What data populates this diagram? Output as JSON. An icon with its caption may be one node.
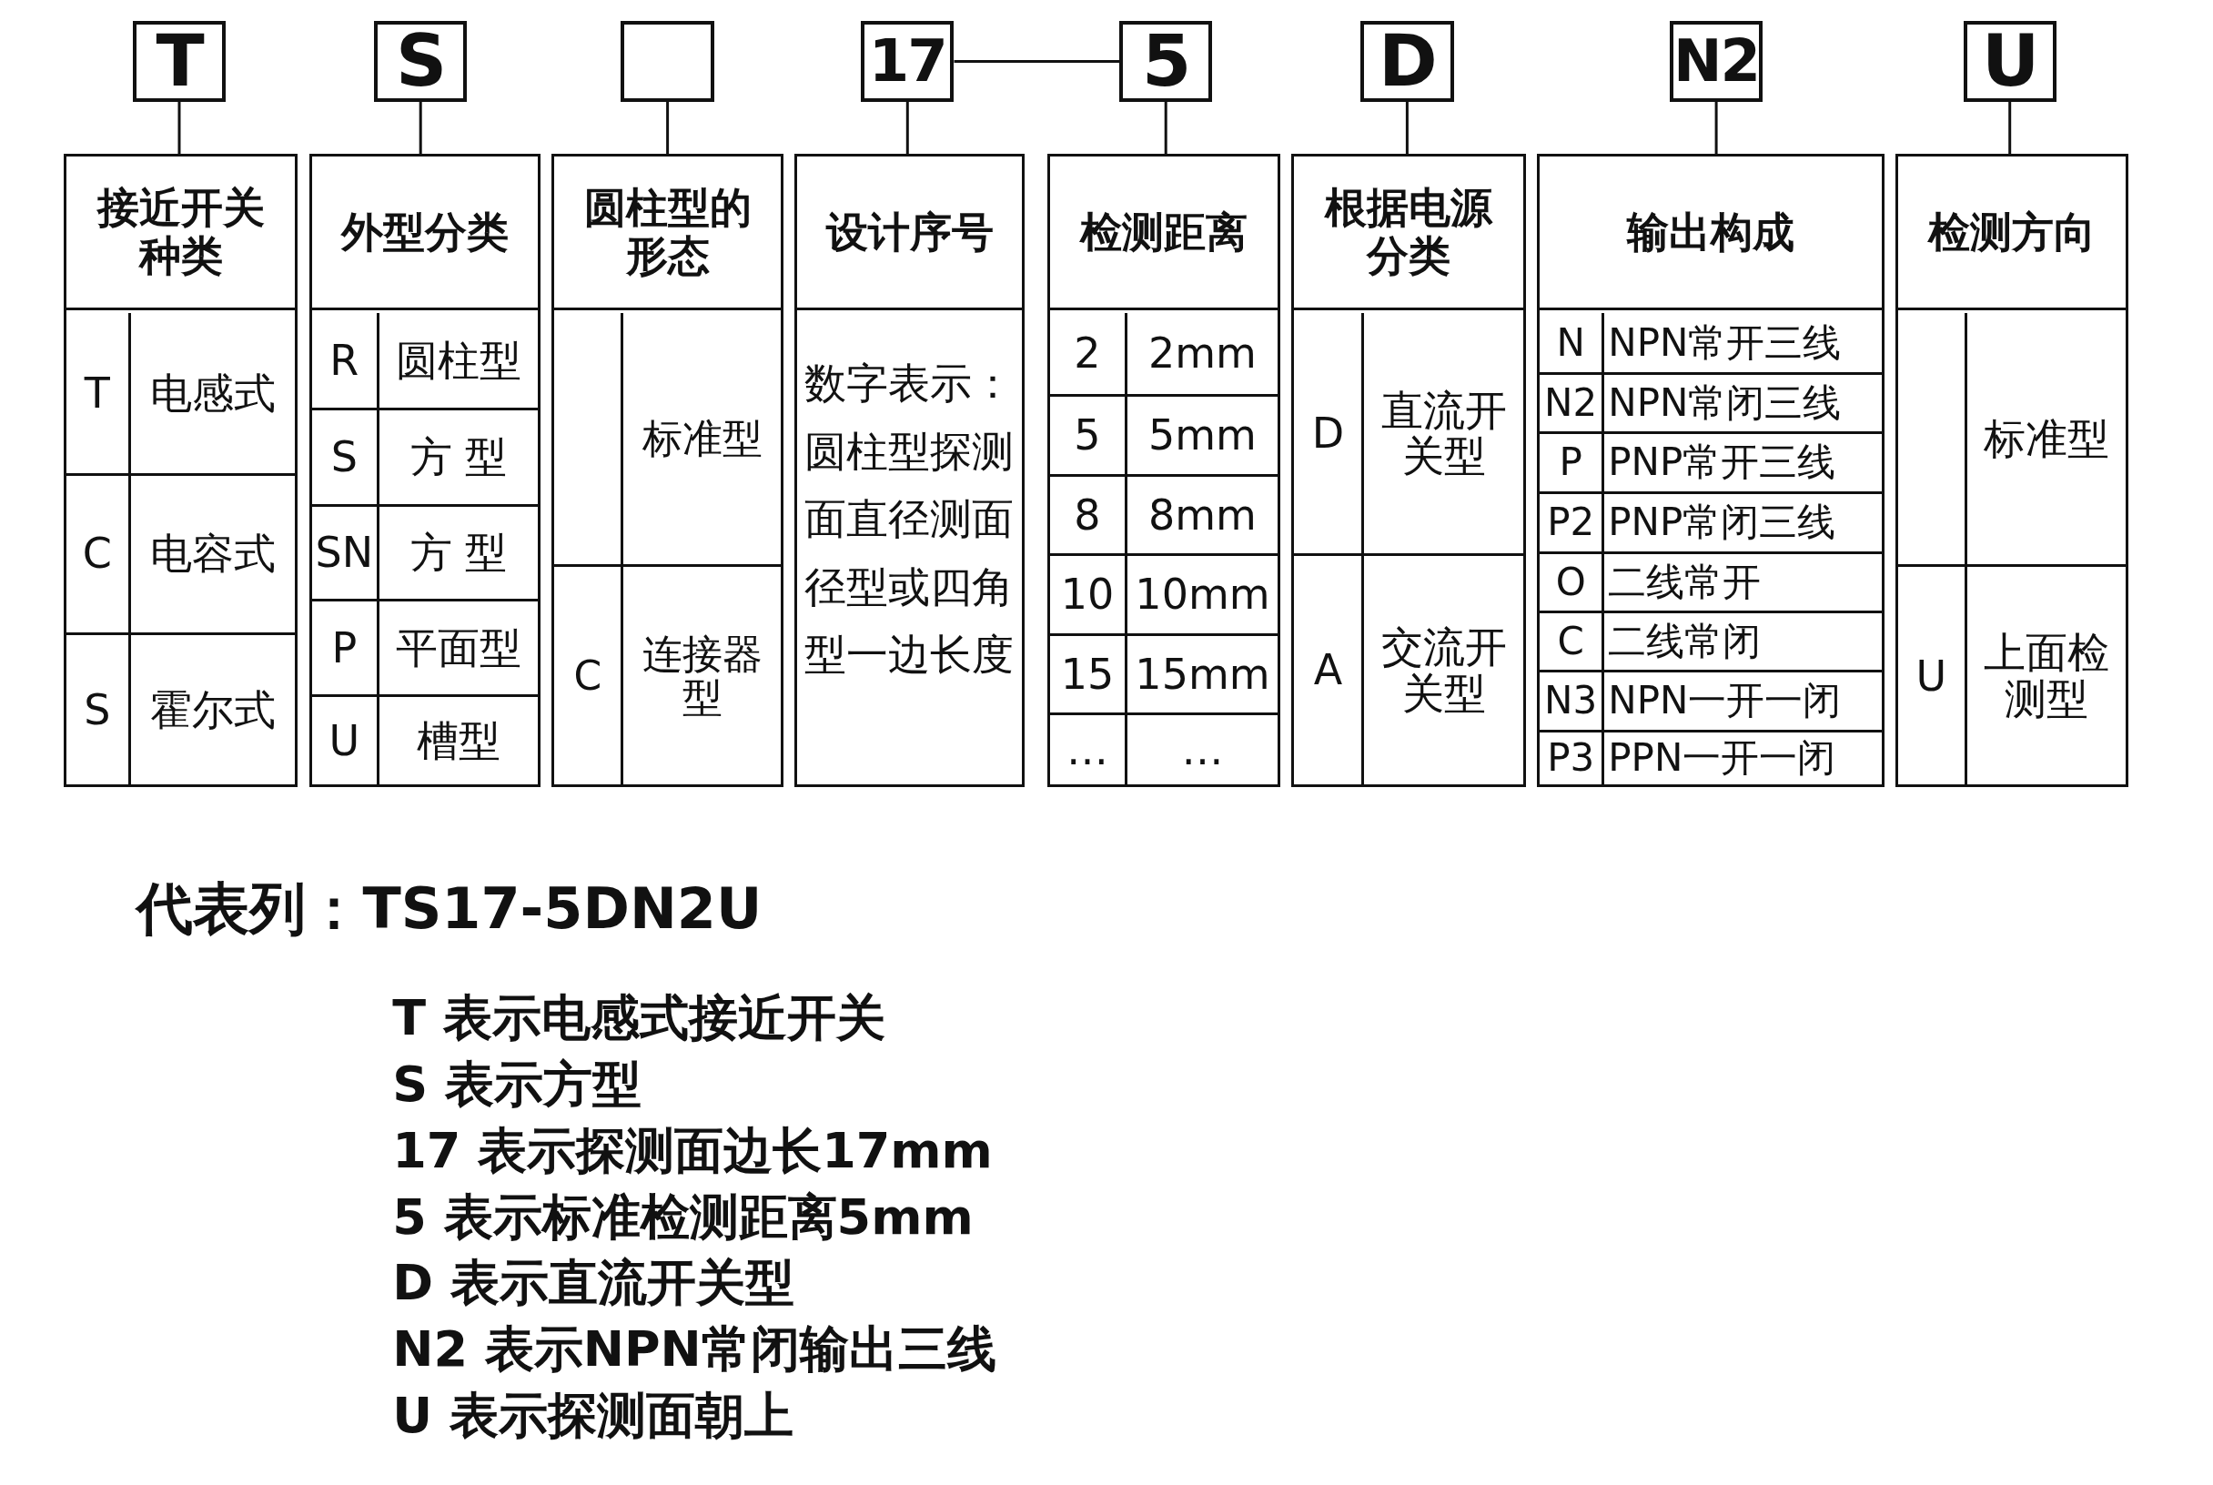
{
  "diagram": {
    "nodes": [
      {
        "text": [
          "T"
        ]
      },
      {
        "text": [
          "S"
        ]
      },
      {
        "text": [],
        "shape": "box"
      },
      {
        "text": [
          "17"
        ]
      },
      {
        "text": [
          "5"
        ]
      },
      {
        "text": [
          "D"
        ]
      },
      {
        "text": [
          "N2"
        ]
      },
      {
        "text": [
          "U"
        ]
      },
      {
        "text": [
          "接近开关种类"
        ]
      },
      {
        "text": [
          "T",
          "电感式"
        ],
        "in": 8
      },
      {
        "text": [
          "C",
          "电容式"
        ],
        "in": 8
      },
      {
        "text": [
          "S",
          "霍尔式"
        ],
        "in": 8
      },
      {
        "text": [
          "外型分类"
        ]
      },
      {
        "text": [
          "R",
          "圆柱型"
        ],
        "in": 12
      },
      {
        "text": [
          "S",
          "方 型"
        ],
        "in": 12
      },
      {
        "text": [
          "SN",
          "方 型"
        ],
        "in": 12
      },
      {
        "text": [
          "P",
          "平面型"
        ],
        "in": 12
      },
      {
        "text": [
          "U",
          "槽型"
        ],
        "in": 12
      },
      {
        "text": [
          "圆柱型的形态"
        ]
      },
      {
        "text": [
          "标准型"
        ],
        "in": 18
      },
      {
        "text": [
          "C",
          "连接器型"
        ],
        "in": 18
      },
      {
        "text": [
          "设计序号"
        ]
      },
      {
        "text": [
          "数字表示：圆柱型探测面直径测面径型或四角型一边长度"
        ],
        "in": 21
      },
      {
        "text": [
          "检测距离"
        ]
      },
      {
        "text": [
          "2",
          "2mm"
        ],
        "in": 23
      },
      {
        "text": [
          "5",
          "5mm"
        ],
        "in": 23
      },
      {
        "text": [
          "8",
          "8mm"
        ],
        "in": 23
      },
      {
        "text": [
          "10",
          "10mm"
        ],
        "in": 23
      },
      {
        "text": [
          "15",
          "15mm"
        ],
        "in": 23
      },
      {
        "text": [
          "…",
          "…"
        ],
        "in": 23
      },
      {
        "text": [
          "根据电源分类"
        ]
      },
      {
        "text": [
          "D",
          "直流开关型"
        ],
        "in": 30
      },
      {
        "text": [
          "A",
          "交流开关型"
        ],
        "in": 30
      },
      {
        "text": [
          "输出构成"
        ]
      },
      {
        "text": [
          "N",
          "NPN常开三线"
        ],
        "in": 33
      },
      {
        "text": [
          "N2",
          "NPN常闭三线"
        ],
        "in": 33
      },
      {
        "text": [
          "P",
          "PNP常开三线"
        ],
        "in": 33
      },
      {
        "text": [
          "P2",
          "PNP常闭三线"
        ],
        "in": 33
      },
      {
        "text": [
          "O",
          "二线常开"
        ],
        "in": 33
      },
      {
        "text": [
          "C",
          "二线常闭"
        ],
        "in": 33
      },
      {
        "text": [
          "N3",
          "NPN一开一闭"
        ],
        "in": 33
      },
      {
        "text": [
          "P3",
          "PPN一开一闭"
        ],
        "in": 33
      },
      {
        "text": [
          "检测方向"
        ]
      },
      {
        "text": [
          "标准型"
        ],
        "in": 42
      },
      {
        "text": [
          "U",
          "上面检测型"
        ],
        "in": 42
      }
    ],
    "edges": [
      {
        "from": 0,
        "to": 8,
        "arrow": "none"
      },
      {
        "from": 1,
        "to": 12,
        "arrow": "none"
      },
      {
        "from": 2,
        "to": 18,
        "arrow": "none"
      },
      {
        "from": 3,
        "to": 21,
        "arrow": "none"
      },
      {
        "from": 3,
        "to": 4,
        "arrow": "none"
      },
      {
        "from": 4,
        "to": 23,
        "arrow": "none"
      },
      {
        "from": 5,
        "to": 30,
        "arrow": "none"
      },
      {
        "from": 6,
        "to": 33,
        "arrow": "none"
      },
      {
        "from": 7,
        "to": 42,
        "arrow": "none"
      }
    ],
    "labels": [
      "代表列：TS17-5DN2U",
      "T 表示电感式接近开关",
      "S 表示方型",
      "17 表示探测面边长17mm",
      "5 表示标准检测距离5mm",
      "D 表示直流开关型",
      "N2 表示NPN常闭输出三线",
      "U 表示探测面朝上"
    ]
  }
}
